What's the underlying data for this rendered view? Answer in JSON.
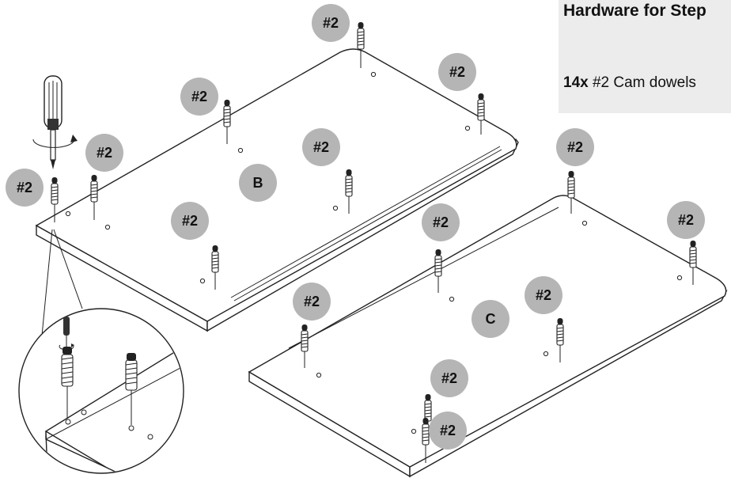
{
  "hardware_box": {
    "title": "Hardware for Step",
    "item_icon": "cam-dowel-icon",
    "quantity": "14x",
    "description": "#2 Cam dowels"
  },
  "diagram": {
    "panel_b_label": "B",
    "panel_c_label": "C",
    "dowel_label": "#2",
    "tool_icon": "screwdriver-icon",
    "rotation_icon": "rotation-arrow-icon"
  },
  "colors": {
    "badge": "#b5b5b5",
    "panel_outline": "#222222",
    "hardware_box_bg": "#ececec"
  }
}
